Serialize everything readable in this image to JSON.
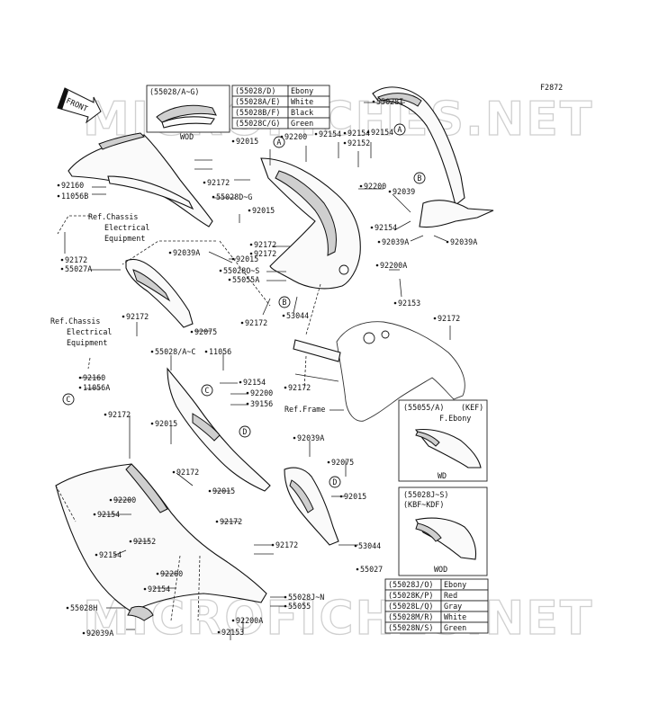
{
  "watermark": "MICROFICHES.NET",
  "figure_code": "F2872",
  "front_arrow": "FRONT",
  "notes": {
    "ref_chassis_1": [
      "Ref.Chassis",
      "Electrical",
      "Equipment"
    ],
    "ref_chassis_2": [
      "Ref.Chassis",
      "Electrical",
      "Equipment"
    ],
    "ref_frame": "Ref.Frame"
  },
  "variant_boxes": {
    "top_left": {
      "code": "(55028/A~G)",
      "label": "WOD"
    },
    "top_colors": [
      {
        "code": "(55028/D)",
        "color": "Ebony"
      },
      {
        "code": "(55028A/E)",
        "color": "White"
      },
      {
        "code": "(55028B/F)",
        "color": "Black"
      },
      {
        "code": "(55028C/G)",
        "color": "Green"
      }
    ],
    "kef": {
      "code": "(55055/A)",
      "extra": "(KEF)",
      "color": "F.Ebony",
      "label": "WD"
    },
    "kbf": {
      "code": "(55028J~S)",
      "extra": "(KBF~KDF)",
      "label": "WOD"
    },
    "bottom_colors": [
      {
        "code": "(55028J/O)",
        "color": "Ebony"
      },
      {
        "code": "(55028K/P)",
        "color": "Red"
      },
      {
        "code": "(55028L/Q)",
        "color": "Gray"
      },
      {
        "code": "(55028M/R)",
        "color": "White"
      },
      {
        "code": "(55028N/S)",
        "color": "Green"
      }
    ]
  },
  "callouts": [
    "A",
    "A",
    "B",
    "B",
    "C",
    "C",
    "D",
    "D"
  ],
  "parts": [
    "55028I",
    "92015",
    "92200",
    "92154",
    "92152",
    "92154",
    "92154",
    "92200",
    "92172",
    "55028D~G",
    "92160",
    "11056B",
    "92015",
    "92039",
    "92154",
    "92039A",
    "92039A",
    "92172",
    "92172",
    "92039A",
    "92015",
    "55027A",
    "55028O~S",
    "55055A",
    "92200A",
    "92153",
    "92172",
    "92172",
    "53044",
    "92075",
    "92172",
    "92172",
    "92160",
    "11056A",
    "55028/A~C",
    "11056",
    "92154",
    "92200",
    "39156",
    "92172",
    "92015",
    "92039A",
    "92075",
    "92172",
    "92200",
    "92154",
    "92015",
    "92015",
    "92152",
    "92154",
    "92172",
    "92172",
    "92172",
    "53044",
    "92200",
    "92154",
    "55027",
    "55028J~N",
    "55055",
    "55028H",
    "92200A",
    "92039A",
    "92153"
  ]
}
